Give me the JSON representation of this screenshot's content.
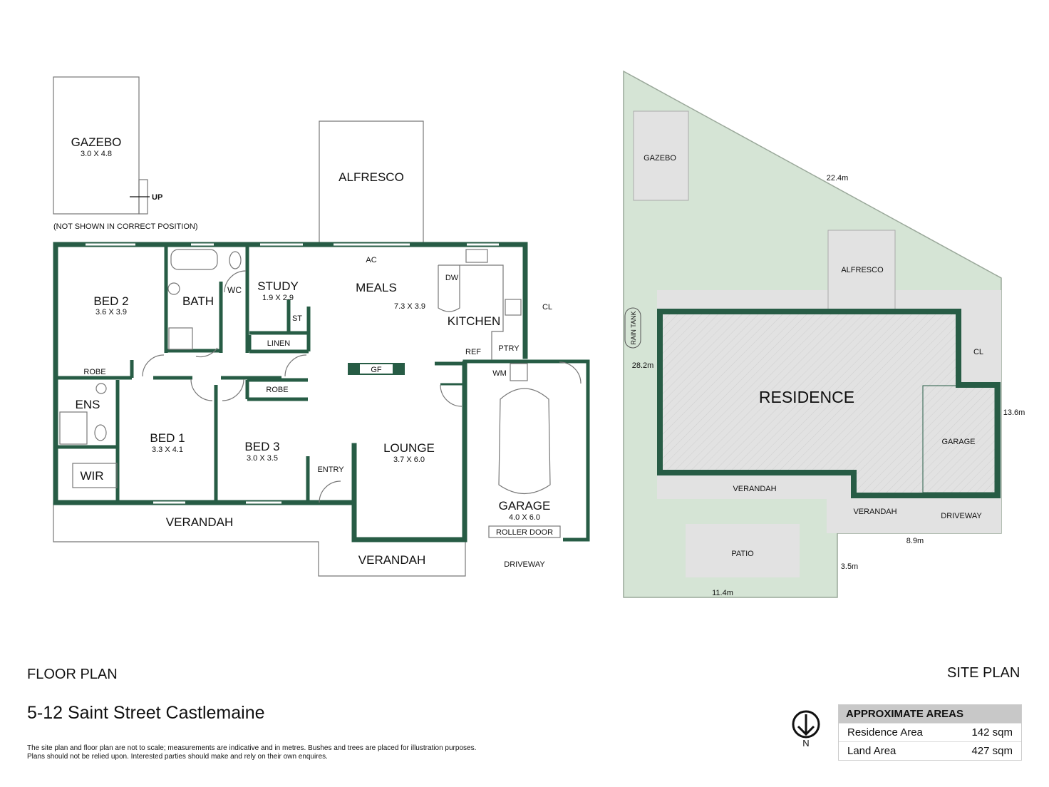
{
  "floor_plan": {
    "title": "FLOOR PLAN",
    "rooms": {
      "gazebo": {
        "name": "GAZEBO",
        "dims": "3.0 X 4.8"
      },
      "gazebo_up": "UP",
      "gazebo_note": "(NOT SHOWN IN CORRECT POSITION)",
      "alfresco": {
        "name": "ALFRESCO"
      },
      "bed2": {
        "name": "BED 2",
        "dims": "3.6 X 3.9"
      },
      "bath": {
        "name": "BATH"
      },
      "wc": {
        "name": "WC"
      },
      "study": {
        "name": "STUDY",
        "dims": "1.9 X 2.9"
      },
      "st": {
        "name": "ST"
      },
      "linen": {
        "name": "LINEN"
      },
      "meals": {
        "name": "MEALS",
        "dims": "7.3 X 3.9"
      },
      "ac": {
        "name": "AC"
      },
      "dw": {
        "name": "DW"
      },
      "kitchen": {
        "name": "KITCHEN"
      },
      "cl": {
        "name": "CL"
      },
      "ref": {
        "name": "REF"
      },
      "ptry": {
        "name": "PTRY"
      },
      "robe1": {
        "name": "ROBE"
      },
      "robe2": {
        "name": "ROBE"
      },
      "gf": {
        "name": "GF"
      },
      "wm": {
        "name": "WM"
      },
      "ens": {
        "name": "ENS"
      },
      "wir": {
        "name": "WIR"
      },
      "bed1": {
        "name": "BED 1",
        "dims": "3.3 X 4.1"
      },
      "bed3": {
        "name": "BED 3",
        "dims": "3.0 X 3.5"
      },
      "entry": {
        "name": "ENTRY"
      },
      "lounge": {
        "name": "LOUNGE",
        "dims": "3.7 X 6.0"
      },
      "garage": {
        "name": "GARAGE",
        "dims": "4.0 X 6.0"
      },
      "roller_door": {
        "name": "ROLLER DOOR"
      },
      "verandah1": {
        "name": "VERANDAH"
      },
      "verandah2": {
        "name": "VERANDAH"
      },
      "driveway": {
        "name": "DRIVEWAY"
      }
    }
  },
  "site_plan": {
    "title": "SITE PLAN",
    "labels": {
      "gazebo": "GAZEBO",
      "alfresco": "ALFRESCO",
      "rain_tank": "RAIN TANK",
      "residence": "RESIDENCE",
      "cl": "CL",
      "garage": "GARAGE",
      "verandah1": "VERANDAH",
      "verandah2": "VERANDAH",
      "driveway": "DRIVEWAY",
      "patio": "PATIO"
    },
    "dimensions": {
      "d1": "22.4m",
      "d2": "28.2m",
      "d3": "13.6m",
      "d4": "8.9m",
      "d5": "3.5m",
      "d6": "11.4m"
    },
    "north_label": "N"
  },
  "address": "5-12 Saint Street Castlemaine",
  "disclaimer": {
    "line1": "The site plan and floor plan are not to scale; measurements are indicative and in metres. Bushes and trees are placed for illustration purposes.",
    "line2": "Plans should not be relied upon. Interested parties should make and rely on their own enquires."
  },
  "areas": {
    "header": "APPROXIMATE AREAS",
    "rows": [
      {
        "label": "Residence Area",
        "value": "142 sqm"
      },
      {
        "label": "Land Area",
        "value": "427 sqm"
      }
    ]
  },
  "colors": {
    "wall": "#275c45",
    "land": "#d5e4d5",
    "paved": "#e2e2e2"
  }
}
